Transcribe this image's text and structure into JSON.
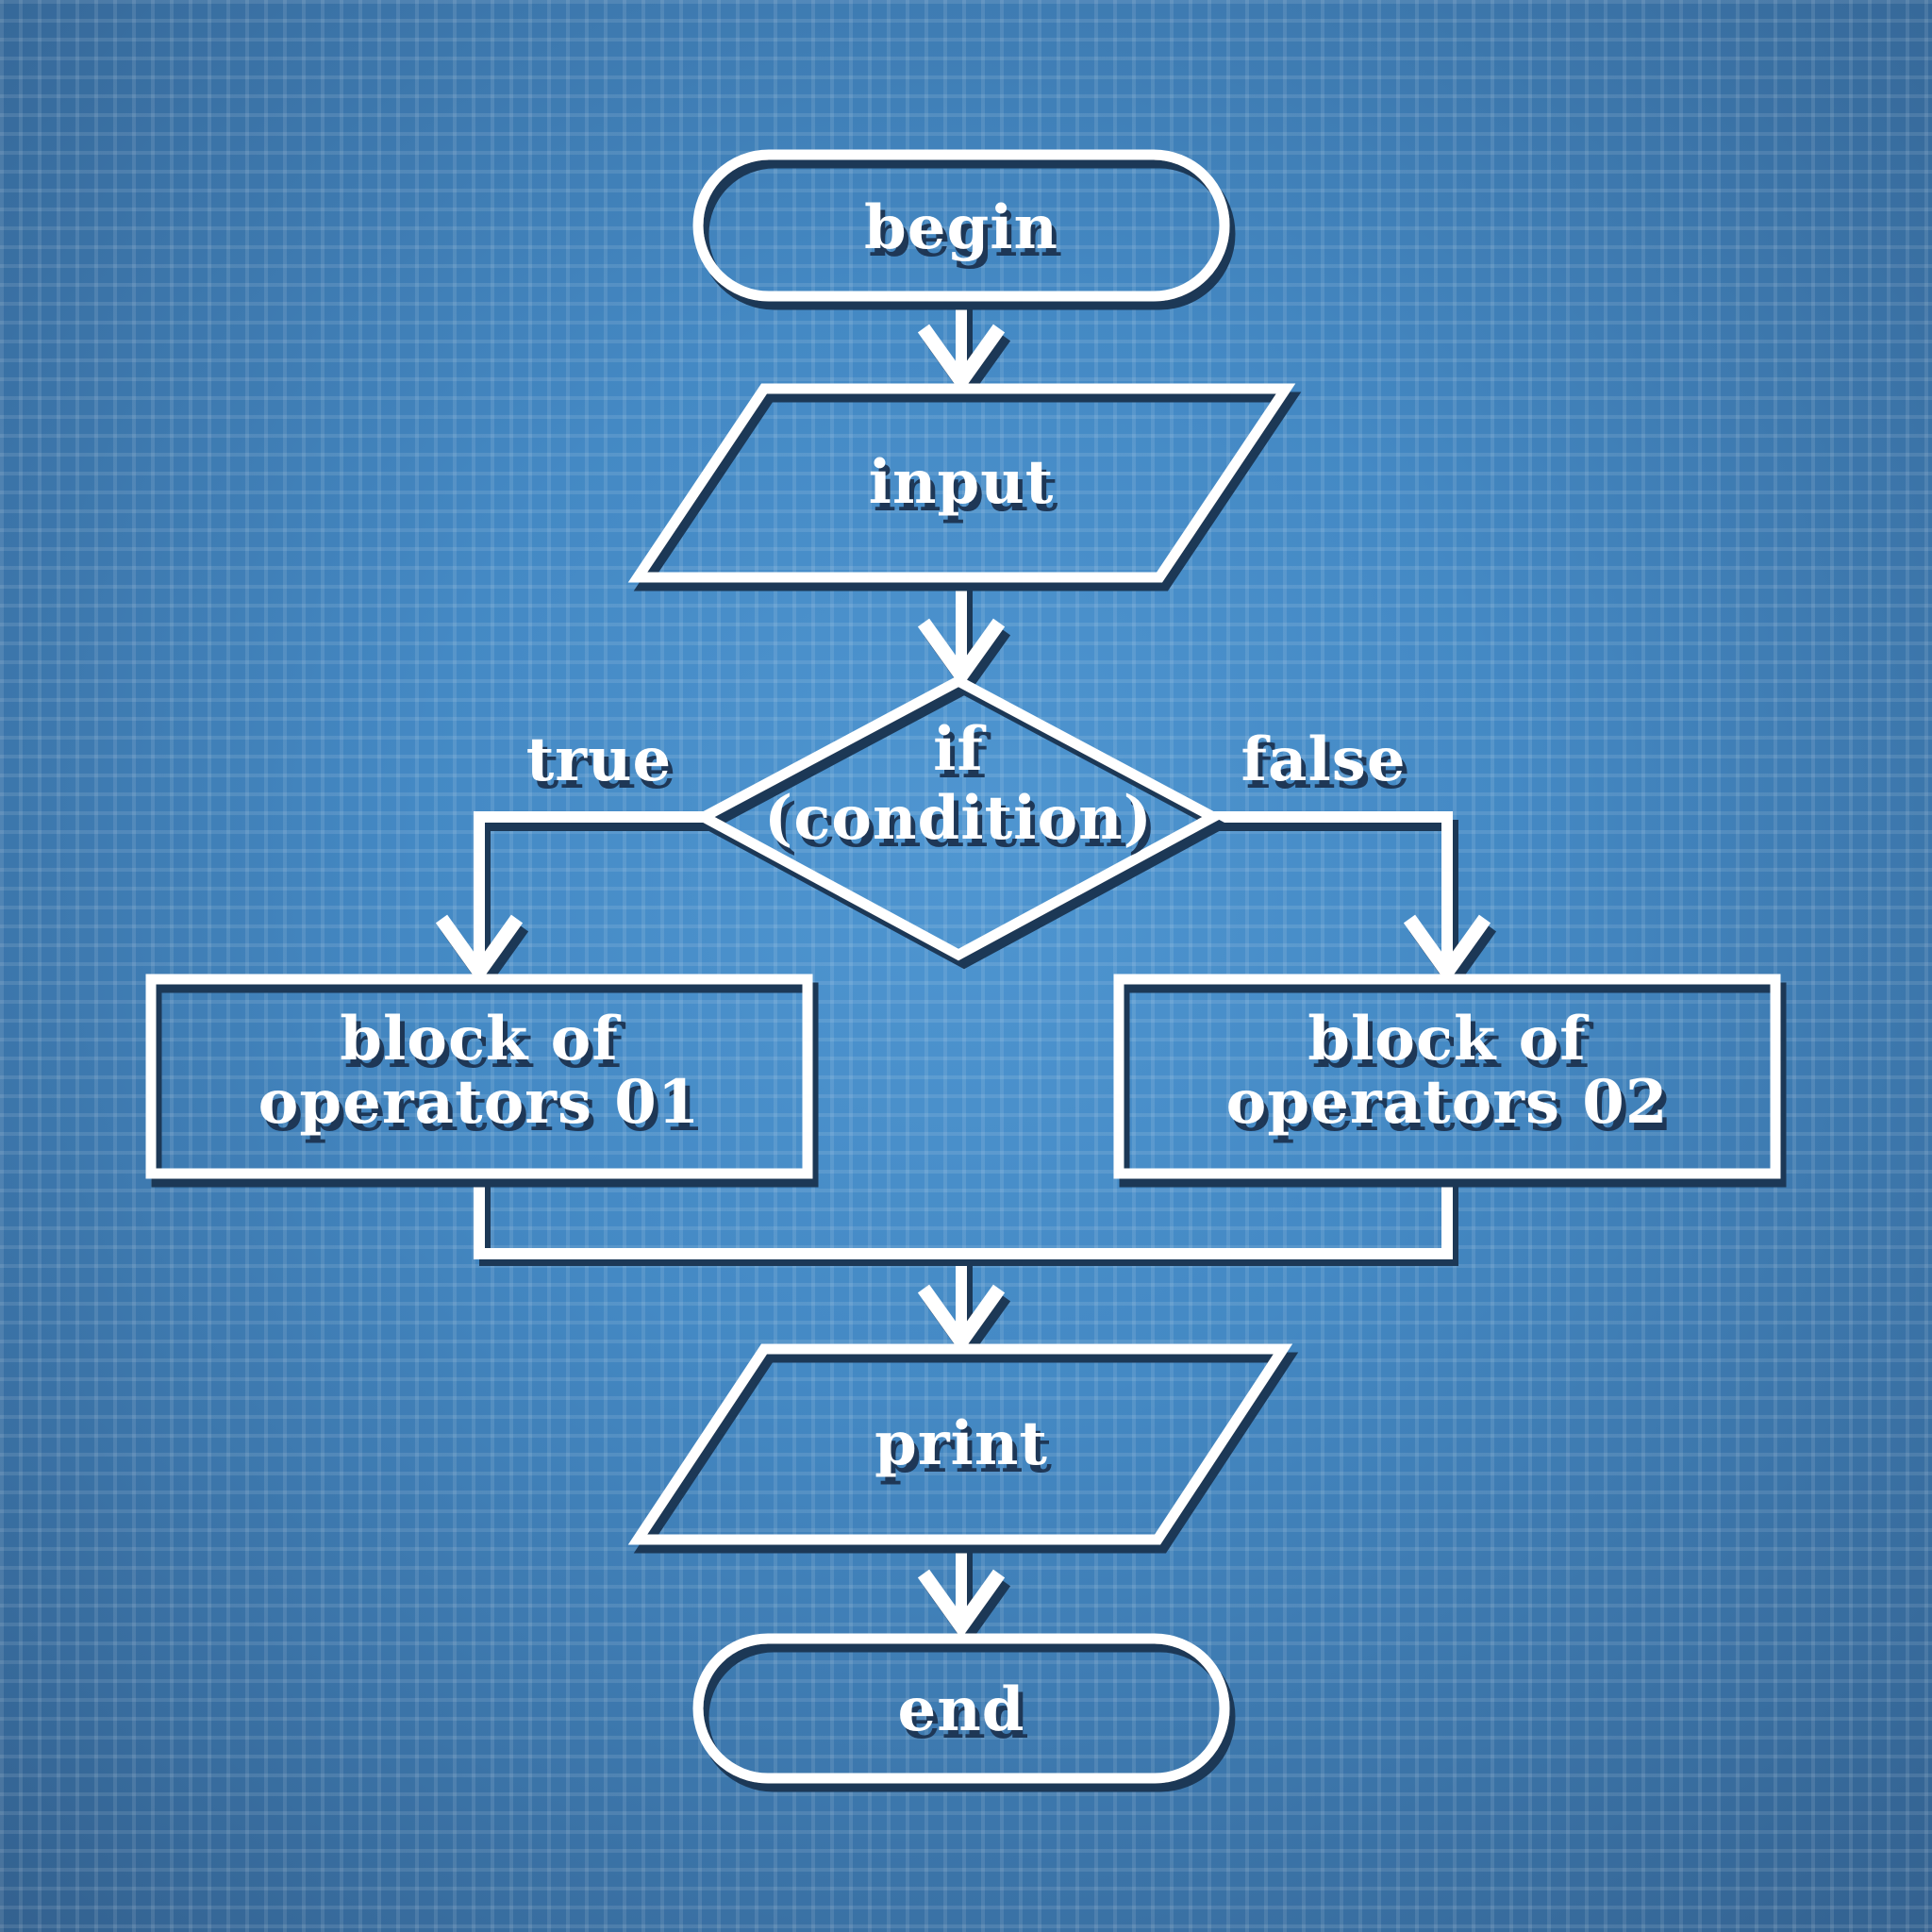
{
  "nodes": {
    "begin": {
      "type": "terminator",
      "label": "begin"
    },
    "input": {
      "type": "io",
      "label": "input"
    },
    "condition": {
      "type": "decision",
      "line1": "if",
      "line2": "(condition)"
    },
    "block01": {
      "type": "process",
      "line1": "block of",
      "line2": "operators 01"
    },
    "block02": {
      "type": "process",
      "line1": "block of",
      "line2": "operators 02"
    },
    "print": {
      "type": "io",
      "label": "print"
    },
    "end": {
      "type": "terminator",
      "label": "end"
    }
  },
  "branches": {
    "true_label": "true",
    "false_label": "false"
  },
  "colors": {
    "stroke_color": "#ffffff",
    "shadow_color": "#1e3756",
    "bg_center": "#4f96d1",
    "bg_mid": "#4489c4",
    "bg_edge": "#33618f",
    "grid_line": "rgba(255,255,255,0.10)"
  }
}
